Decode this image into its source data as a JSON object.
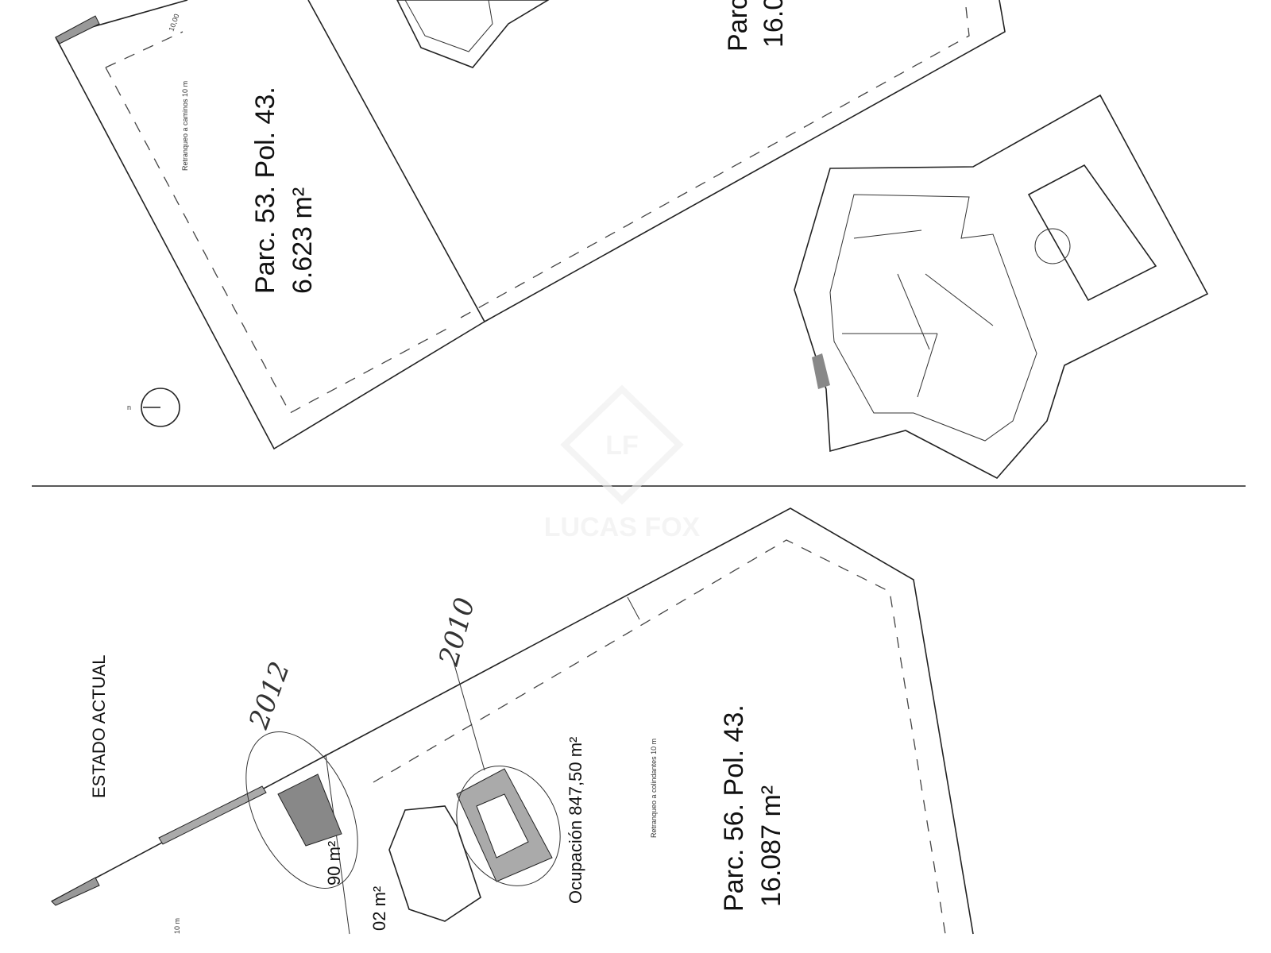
{
  "plan": {
    "section_label": "ESTADO ACTUAL",
    "parcel_53": {
      "name": "Parc. 53. Pol. 43.",
      "area": "6.623 m²"
    },
    "parcel_56": {
      "name": "Parc. 56. Pol. 43.",
      "area": "16.087 m²"
    },
    "parcel_cut": {
      "name": "Parc",
      "area": "16.0"
    },
    "occupation": "Ocupación 847,50 m²",
    "shed_area": "90 m²",
    "partial_area": "02 m²",
    "year_2010": "2010",
    "year_2012": "2012",
    "setback_roads": "Retranqueo a caminos 10 m",
    "setback_neighbours": "Retranqueo a colindantes 10 m",
    "dim_10": "10,00",
    "dim_10b": "10 m",
    "north": "n"
  },
  "watermark": {
    "logo": "LF",
    "brand": "LUCAS FOX"
  }
}
